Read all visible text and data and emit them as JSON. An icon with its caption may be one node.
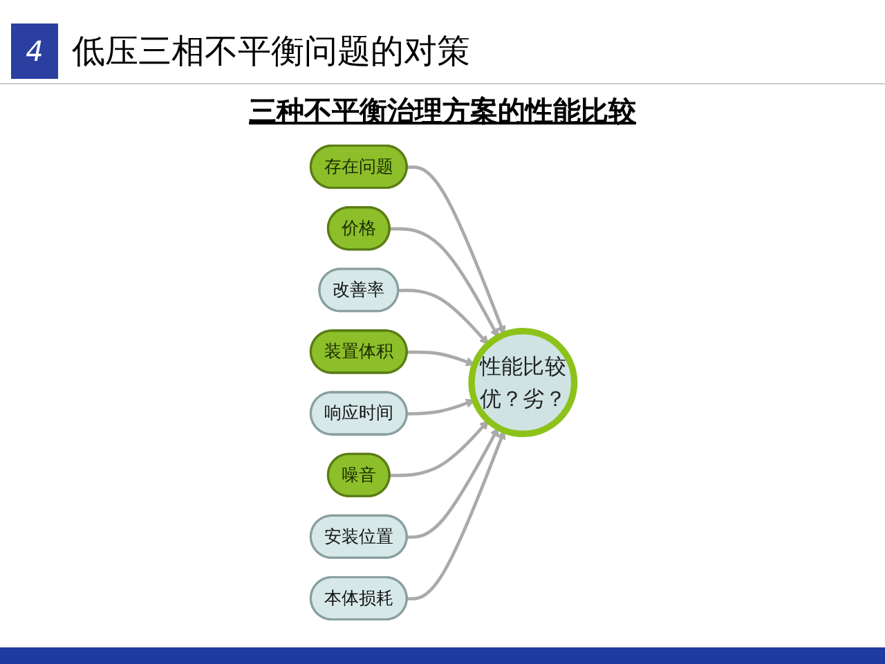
{
  "diagram": {
    "title": "低压三相不平衡问题的对策",
    "nodes": [
      {
        "text": [
          "性能比较",
          "优？劣？"
        ]
      },
      {
        "text": [
          "存在问题"
        ]
      },
      {
        "text": [
          "价格"
        ]
      },
      {
        "text": [
          "改善率"
        ]
      },
      {
        "text": [
          "装置体积"
        ]
      },
      {
        "text": [
          "响应时间"
        ]
      },
      {
        "text": [
          "噪音"
        ]
      },
      {
        "text": [
          "安装位置"
        ]
      },
      {
        "text": [
          "本体损耗"
        ]
      }
    ],
    "edges": [
      {
        "from": 1,
        "to": 0,
        "arrow": "to"
      },
      {
        "from": 2,
        "to": 0,
        "arrow": "to"
      },
      {
        "from": 3,
        "to": 0,
        "arrow": "to"
      },
      {
        "from": 4,
        "to": 0,
        "arrow": "to"
      },
      {
        "from": 5,
        "to": 0,
        "arrow": "to"
      },
      {
        "from": 6,
        "to": 0,
        "arrow": "to"
      },
      {
        "from": 7,
        "to": 0,
        "arrow": "to"
      },
      {
        "from": 8,
        "to": 0,
        "arrow": "to"
      }
    ],
    "labels": [
      "4",
      "三种不平衡治理方案的性能比较"
    ]
  }
}
